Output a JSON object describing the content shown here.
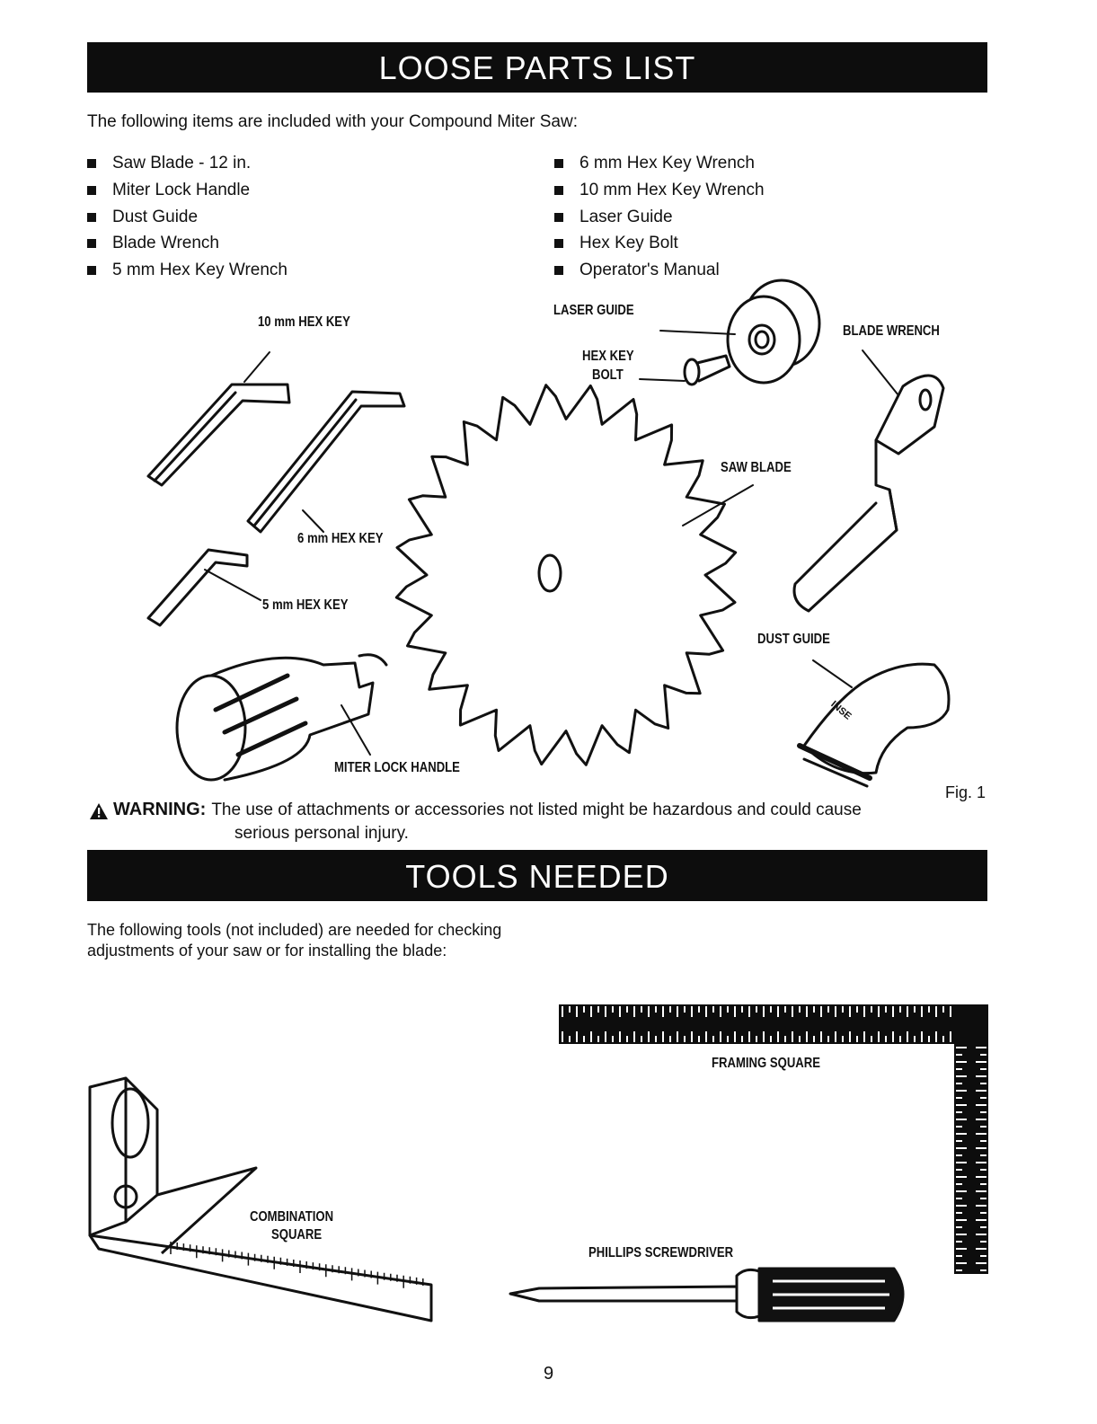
{
  "loose_parts": {
    "title": "LOOSE PARTS LIST",
    "intro": "The following items are included with your Compound Miter Saw:",
    "left_items": [
      "Saw Blade - 12 in.",
      "Miter Lock Handle",
      "Dust Guide",
      "Blade Wrench",
      "5 mm Hex Key Wrench"
    ],
    "right_items": [
      "6 mm Hex Key Wrench",
      "10 mm Hex Key Wrench",
      "Laser Guide",
      "Hex Key Bolt",
      "Operator's Manual"
    ]
  },
  "figure1": {
    "labels": {
      "hex10": "10 mm HEX KEY",
      "hex6": "6 mm HEX KEY",
      "hex5": "5 mm HEX KEY",
      "laser_guide": "LASER GUIDE",
      "hex_key_bolt_1": "HEX KEY",
      "hex_key_bolt_2": "BOLT",
      "blade_wrench": "BLADE WRENCH",
      "saw_blade": "SAW BLADE",
      "dust_guide": "DUST GUIDE",
      "miter_lock_handle": "MITER LOCK HANDLE"
    },
    "caption": "Fig. 1",
    "dust_guide_text": "INSE"
  },
  "warning": {
    "title": "WARNING:",
    "line1": "The use of attachments or accessories not listed might be hazardous and could cause",
    "line2": "serious personal injury."
  },
  "tools_needed": {
    "title": "TOOLS NEEDED",
    "intro": "The following tools (not included) are needed for checking adjustments of your saw or for installing the blade:",
    "labels": {
      "framing_square": "FRAMING SQUARE",
      "combination_1": "COMBINATION",
      "combination_2": "SQUARE",
      "screwdriver": "PHILLIPS SCREWDRIVER"
    }
  },
  "page_number": "9"
}
